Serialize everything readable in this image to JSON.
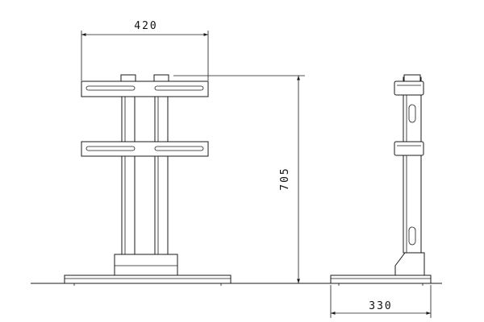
{
  "dimensions": {
    "width_label": "420",
    "height_label": "705",
    "depth_label": "330"
  },
  "colors": {
    "line": "#1a1a1a",
    "background": "#ffffff"
  }
}
